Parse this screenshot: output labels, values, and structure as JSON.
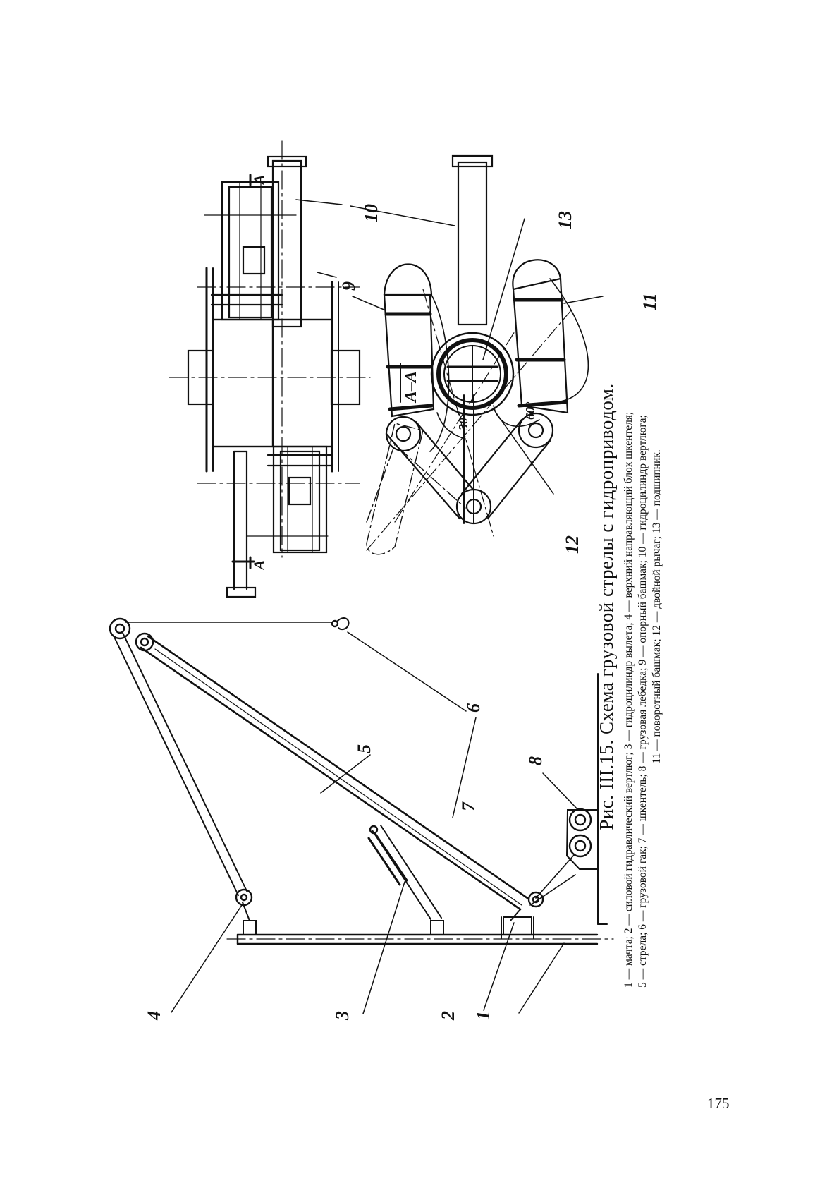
{
  "figure": {
    "title": "Рис. III.15. Схема грузовой стрелы с гидроприводом.",
    "legend_lines": [
      "1 — мачта; 2 — силовой гидравлический вертлюг; 3 — гидроцилиндр вылета; 4 — верхний направляющий блок шкентеля;",
      "5 — стрела; 6 — грузовой гак; 7 — шкентель; 8 — грузовая лебедка; 9 — опорный башмак; 10 — гидроцилиндр вертлюга;",
      "11 — поворотный башмак; 12 — двойной рычаг; 13 — подшипник."
    ],
    "callouts": [
      "1",
      "2",
      "3",
      "4",
      "5",
      "6",
      "7",
      "8",
      "9",
      "10",
      "11",
      "12",
      "13"
    ],
    "section_label": "А–А",
    "section_marks": [
      "А",
      "А"
    ],
    "angles": [
      "30°",
      "60°"
    ]
  },
  "page": {
    "number": "175"
  }
}
